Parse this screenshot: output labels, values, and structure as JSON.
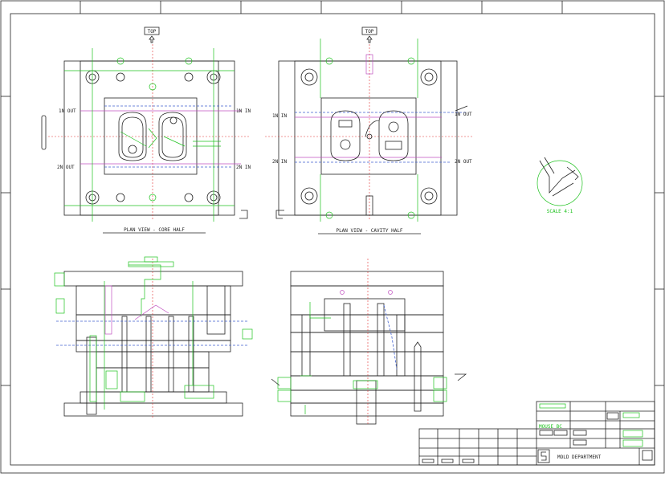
{
  "views": {
    "core_title": "PLAN VIEW - CORE HALF",
    "cavity_title": "PLAN VIEW - CAVITY HALF",
    "top_marker": "TOP",
    "scale_note": "SCALE 4:1"
  },
  "annotations": {
    "core": {
      "in1_left": "1N OUT",
      "in1_right": "1N IN",
      "in2_left": "2N OUT",
      "in2_right": "2N IN"
    },
    "cavity": {
      "in1_left": "1N IN",
      "in1_right": "1N OUT",
      "in2_left": "2N IN",
      "in2_right": "2N OUT"
    }
  },
  "title_block": {
    "part_name": "MOUSE BC",
    "department": "MOLD DEPARTMENT"
  },
  "colors": {
    "outline": "#222222",
    "dimension": "#1fc21f",
    "centerline": "#e03030",
    "cooling": "#4060d0",
    "gate": "#c050c0"
  }
}
